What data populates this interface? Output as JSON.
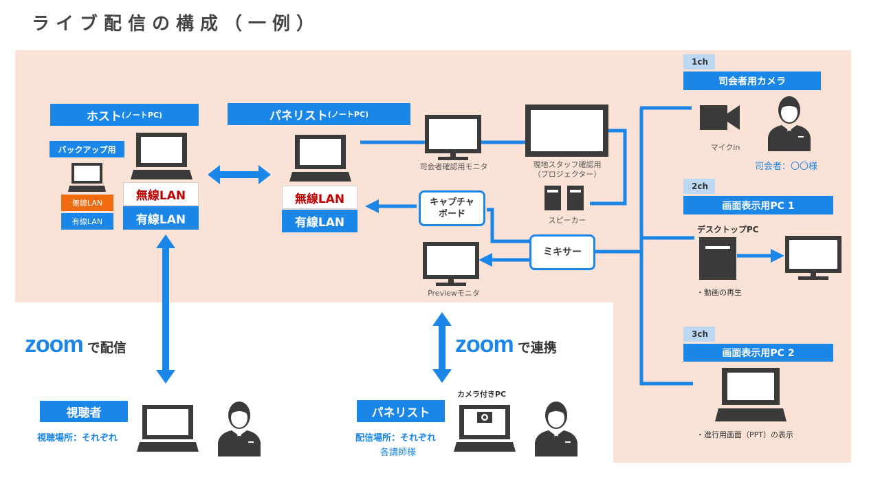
{
  "title": "ライブ配信の構成（一例）",
  "host": {
    "label": "ホスト",
    "sub": "(ノートPC)",
    "backup": "バックアップ用",
    "wireless_small": "無線LAN",
    "wired_small": "有線LAN",
    "wireless": "無線LAN",
    "wired": "有線LAN"
  },
  "panelist_top": {
    "label": "パネリスト",
    "sub": "(ノートPC)",
    "wireless": "無線LAN",
    "wired": "有線LAN"
  },
  "monitors": {
    "emcee": "司会者確認用モニタ",
    "staff_line1": "現地スタッフ確認用",
    "staff_line2": "（プロジェクター）",
    "speaker": "スピーカー",
    "preview": "Previewモニタ"
  },
  "capture": {
    "line1": "キャプチャ",
    "line2": "ボード"
  },
  "mixer": "ミキサー",
  "ch1": {
    "tag": "1ch",
    "title": "司会者用カメラ",
    "mic": "マイクin",
    "person": "司会者：〇〇様"
  },
  "ch2": {
    "tag": "2ch",
    "title": "画面表示用PC 1",
    "desktop": "デスクトップPC",
    "note": "・動画の再生"
  },
  "ch3": {
    "tag": "3ch",
    "title": "画面表示用PC 2",
    "note": "・進行用画面（PPT）の表示"
  },
  "zoom_left": {
    "logo": "zoom",
    "tail": "で配信"
  },
  "zoom_right": {
    "logo": "zoom",
    "tail": "で連携"
  },
  "viewer": {
    "label": "視聴者",
    "place": "視聴場所：それぞれ"
  },
  "panelist_bottom": {
    "label": "パネリスト",
    "camera_pc": "カメラ付きPC",
    "place": "配信場所：それぞれ",
    "who": "各講師様"
  },
  "colors": {
    "accent": "#1a86e8",
    "background": "#fae3d6",
    "wireless_red": "#c00000",
    "orange": "#f06a0f",
    "icon": "#3a3a3a"
  }
}
